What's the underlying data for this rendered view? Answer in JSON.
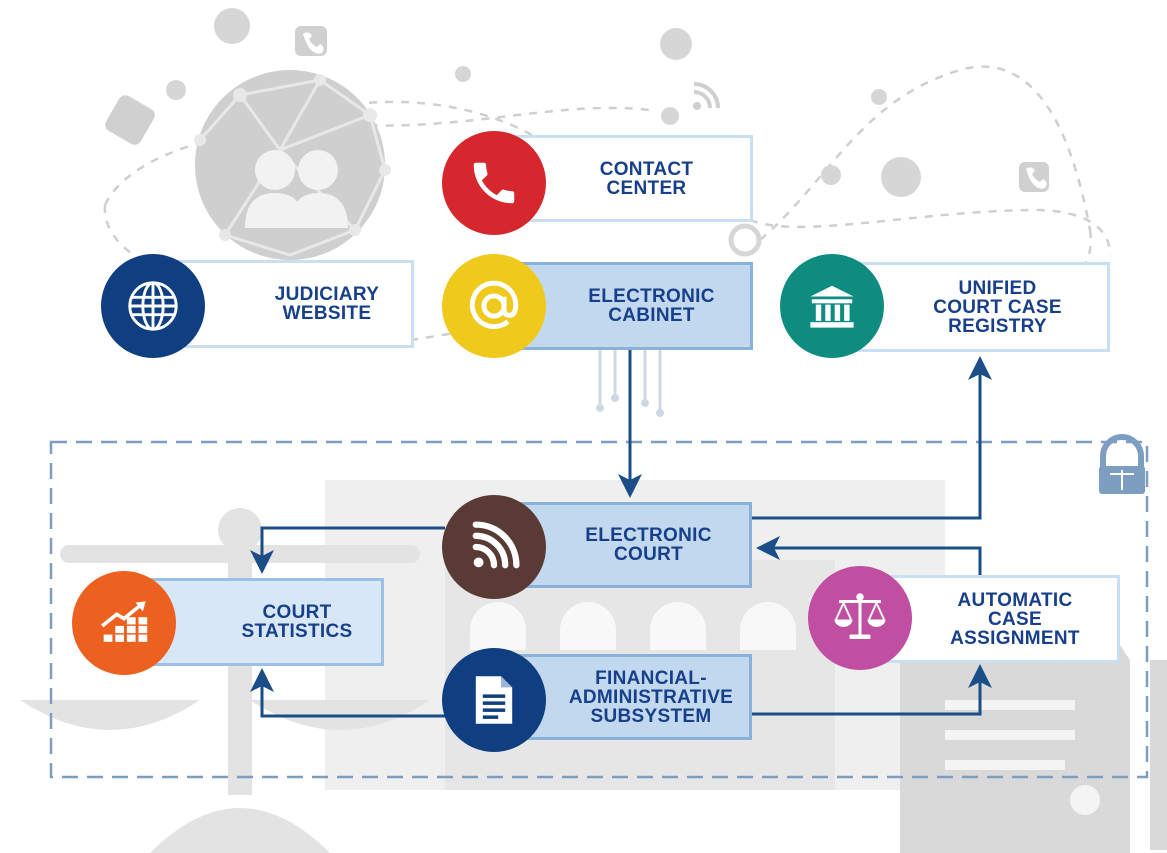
{
  "nodes": {
    "contact_center": {
      "label": "CONTACT\nCENTER",
      "color": "#d5272d",
      "icon": "phone-icon"
    },
    "judiciary_website": {
      "label": "JUDICIARY\nWEBSITE",
      "color": "#0f3f80",
      "icon": "globe-icon"
    },
    "electronic_cabinet": {
      "label": "ELECTRONIC\nCABINET",
      "color": "#efc91c",
      "icon": "at-sign-icon"
    },
    "unified_registry": {
      "label": "UNIFIED\nCOURT CASE\nREGISTRY",
      "color": "#0e8c7f",
      "icon": "bank-icon"
    },
    "electronic_court": {
      "label": "ELECTRONIC\nCOURT",
      "color": "#5a3a35",
      "icon": "signal-icon"
    },
    "court_statistics": {
      "label": "COURT\nSTATISTICS",
      "color": "#ec6120",
      "icon": "chart-icon"
    },
    "automatic_assignment": {
      "label": "AUTOMATIC\nCASE\nASSIGNMENT",
      "color": "#c04ea1",
      "icon": "scales-icon"
    },
    "financial_admin": {
      "label": "FINANCIAL-\nADMINISTRATIVE\nSUBSYSTEM",
      "color": "#0f3f80",
      "icon": "document-icon"
    }
  },
  "colors": {
    "arrow": "#1b4d86",
    "label_text": "#173f8a",
    "box_border_light": "#c9dff2",
    "box_fill_highlight": "#c2d8ef",
    "dashed_boundary": "#7d9ec1",
    "background_grey": "#d9d9d9"
  }
}
